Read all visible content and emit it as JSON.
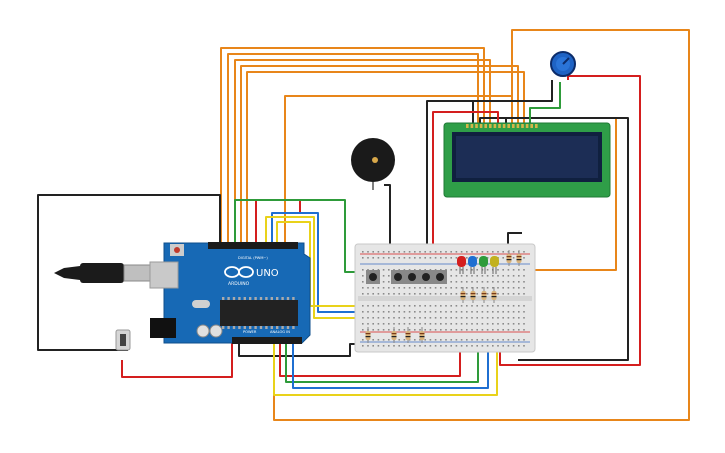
{
  "board": {
    "brand": "UNO",
    "maker": "ARDUINO",
    "digital_header": "DIGITAL (PWM~)",
    "power_header": "POWER",
    "analog_header": "ANALOG IN"
  },
  "colors": {
    "orange": "#e8861a",
    "black": "#222222",
    "red": "#d41e1e",
    "green": "#2e9b3a",
    "blue": "#1f6fd1",
    "yellow": "#e9d21a",
    "board": "#1769b5",
    "lcd_pcb": "#2f9e48",
    "lcd_screen": "#1c2d55"
  }
}
